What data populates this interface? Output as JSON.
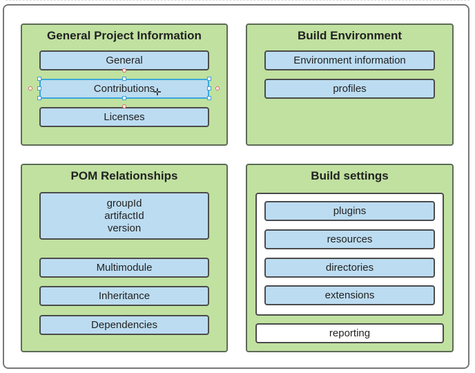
{
  "panels": {
    "general_project": {
      "title": "General Project Information",
      "items": [
        "General",
        "Contributions",
        "Licenses"
      ]
    },
    "build_environment": {
      "title": "Build Environment",
      "items": [
        "Environment information",
        "profiles"
      ]
    },
    "pom_relationships": {
      "title": "POM Relationships",
      "coordinates": [
        "groupId",
        "artifactId",
        "version"
      ],
      "items": [
        "Multimodule",
        "Inheritance",
        "Dependencies"
      ]
    },
    "build_settings": {
      "title": "Build settings",
      "items": [
        "plugins",
        "resources",
        "directories",
        "extensions"
      ],
      "reporting": "reporting"
    }
  },
  "colors": {
    "panel_fill": "#c0e1a0",
    "box_fill": "#bcdcf1",
    "selection": "#3aa7d8"
  },
  "icons": [
    "move-cursor-icon"
  ]
}
